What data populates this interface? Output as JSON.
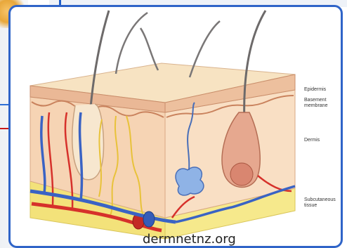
{
  "labels": {
    "epidermis": "Epidermis",
    "basement_membrane": "Basement membrane",
    "dermis": "Dermis",
    "subcutaneous": "Subcutaneous tissue"
  },
  "credit": "dermnetnz.org",
  "colors": {
    "frame": "#2f64c8",
    "artery": "#d6312b",
    "vein": "#3a63c4",
    "nerve": "#e8c23a",
    "dermis": "#f8dcc0",
    "fat": "#f7e88c"
  }
}
